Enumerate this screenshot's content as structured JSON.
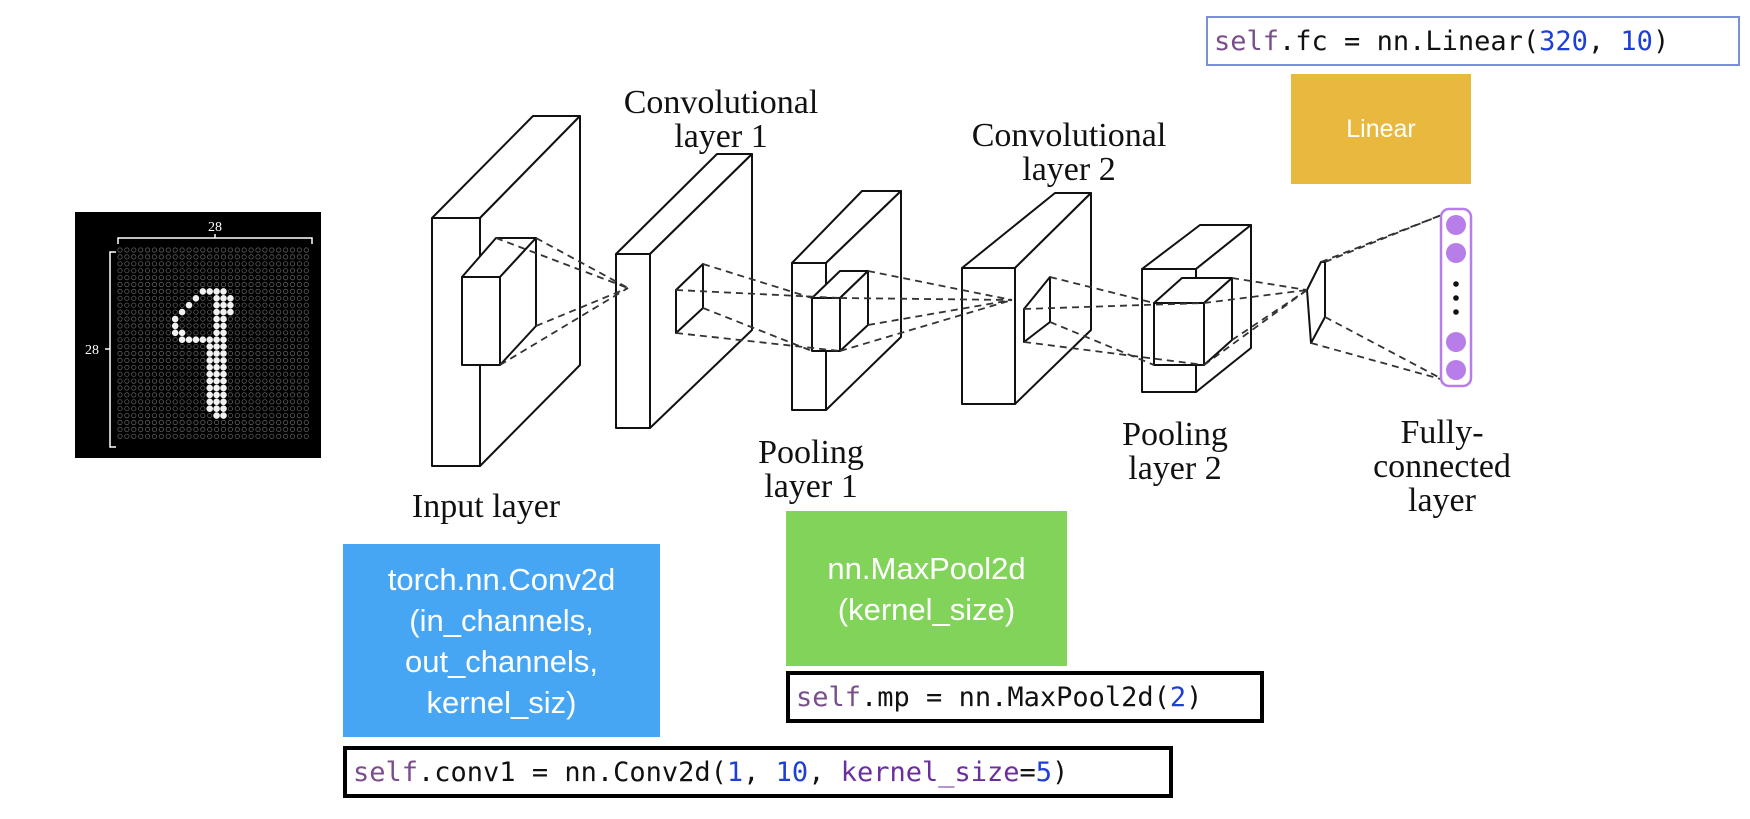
{
  "colors": {
    "conv_box": "#46a6f3",
    "pool_box": "#82d35a",
    "linear_box": "#e8b83f",
    "fc_nodes": "#b77ee9",
    "code_self": "#7a4d8c",
    "code_number": "#1d3fd6"
  },
  "mnist_image": {
    "width_label": "28",
    "height_label": "28"
  },
  "layers": {
    "input": "Input layer",
    "conv1_line1": "Convolutional",
    "conv1_line2": "layer 1",
    "pool1_line1": "Pooling",
    "pool1_line2": "layer 1",
    "conv2_line1": "Convolutional",
    "conv2_line2": "layer 2",
    "pool2_line1": "Pooling",
    "pool2_line2": "layer 2",
    "fc_line1": "Fully-",
    "fc_line2": "connected",
    "fc_line3": "layer"
  },
  "boxes": {
    "conv": [
      "torch.nn.Conv2d",
      "(in_channels,",
      "out_channels,",
      "kernel_siz)"
    ],
    "pool": [
      "nn.MaxPool2d",
      "(kernel_size)"
    ],
    "linear": "Linear"
  },
  "code": {
    "conv": {
      "self": "self",
      "rest1": ".conv1 = nn.Conv2d(",
      "n1": "1",
      "sep1": ", ",
      "n2": "10",
      "sep2": ", ",
      "kwarg": "kernel_size",
      "eq": "=",
      "n3": "5",
      "end": ")"
    },
    "pool": {
      "self": "self",
      "rest1": ".mp = nn.MaxPool2d(",
      "n1": "2",
      "end": ")"
    },
    "fc": {
      "self": "self",
      "rest1": ".fc = nn.Linear(",
      "n1": "320",
      "sep1": ", ",
      "n2": "10",
      "end": ")"
    }
  }
}
